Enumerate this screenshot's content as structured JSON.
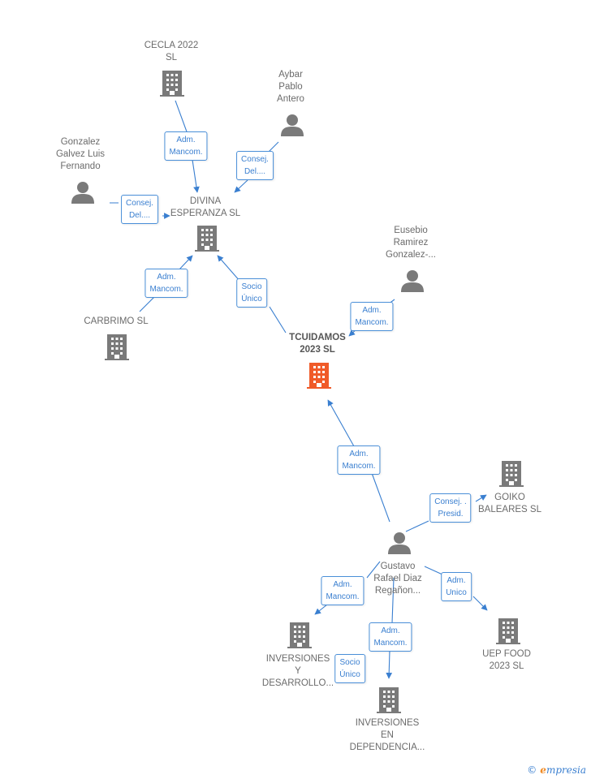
{
  "nodes": {
    "cecla": {
      "label": "CECLA 2022\nSL",
      "kind": "company"
    },
    "aybar": {
      "label": "Aybar\nPablo\nAntero",
      "kind": "person"
    },
    "gonzalez": {
      "label": "Gonzalez\nGalvez Luis\nFernando",
      "kind": "person"
    },
    "divina": {
      "label": "DIVINA\nESPERANZA SL",
      "kind": "company"
    },
    "eusebio": {
      "label": "Eusebio\nRamirez\nGonzalez-...",
      "kind": "person"
    },
    "carbrimo": {
      "label": "CARBRIMO SL",
      "kind": "company"
    },
    "tcuidamos": {
      "label": "TCUIDAMOS\n2023  SL",
      "kind": "company-main"
    },
    "goiko": {
      "label": "GOIKO\nBALEARES  SL",
      "kind": "company"
    },
    "gustavo": {
      "label": "Gustavo\nRafael Diaz\nRegañon...",
      "kind": "person"
    },
    "inv_desarrollo": {
      "label": "INVERSIONES\nY\nDESARROLLO...",
      "kind": "company"
    },
    "uep": {
      "label": "UEP FOOD\n2023  SL",
      "kind": "company"
    },
    "inv_dependencia": {
      "label": "INVERSIONES\nEN\nDEPENDENCIA...",
      "kind": "company"
    }
  },
  "edges": {
    "cecla_divina": "Adm.\nMancom.",
    "aybar_divina": "Consej.\nDel....",
    "gonzalez_divina": "Consej.\nDel....",
    "carbrimo_divina": "Adm.\nMancom.",
    "tcuidamos_divina": "Socio\nÚnico",
    "eusebio_tcuidamos": "Adm.\nMancom.",
    "gustavo_tcuidamos": "Adm.\nMancom.",
    "gustavo_goiko": "Consej. .\nPresid.",
    "gustavo_inv_desarrollo": "Adm.\nMancom.",
    "gustavo_uep": "Adm.\nUnico",
    "gustavo_inv_dependencia": "Adm.\nMancom.",
    "inv_dependencia_socio": "Socio\nÚnico"
  },
  "colors": {
    "edge": "#3a7fd0",
    "icon": "#7a7a7a",
    "main_icon": "#f05a28",
    "label": "#6b6b6b"
  },
  "brand": {
    "copyright": "©",
    "name_first": "e",
    "name_rest": "mpresia"
  }
}
